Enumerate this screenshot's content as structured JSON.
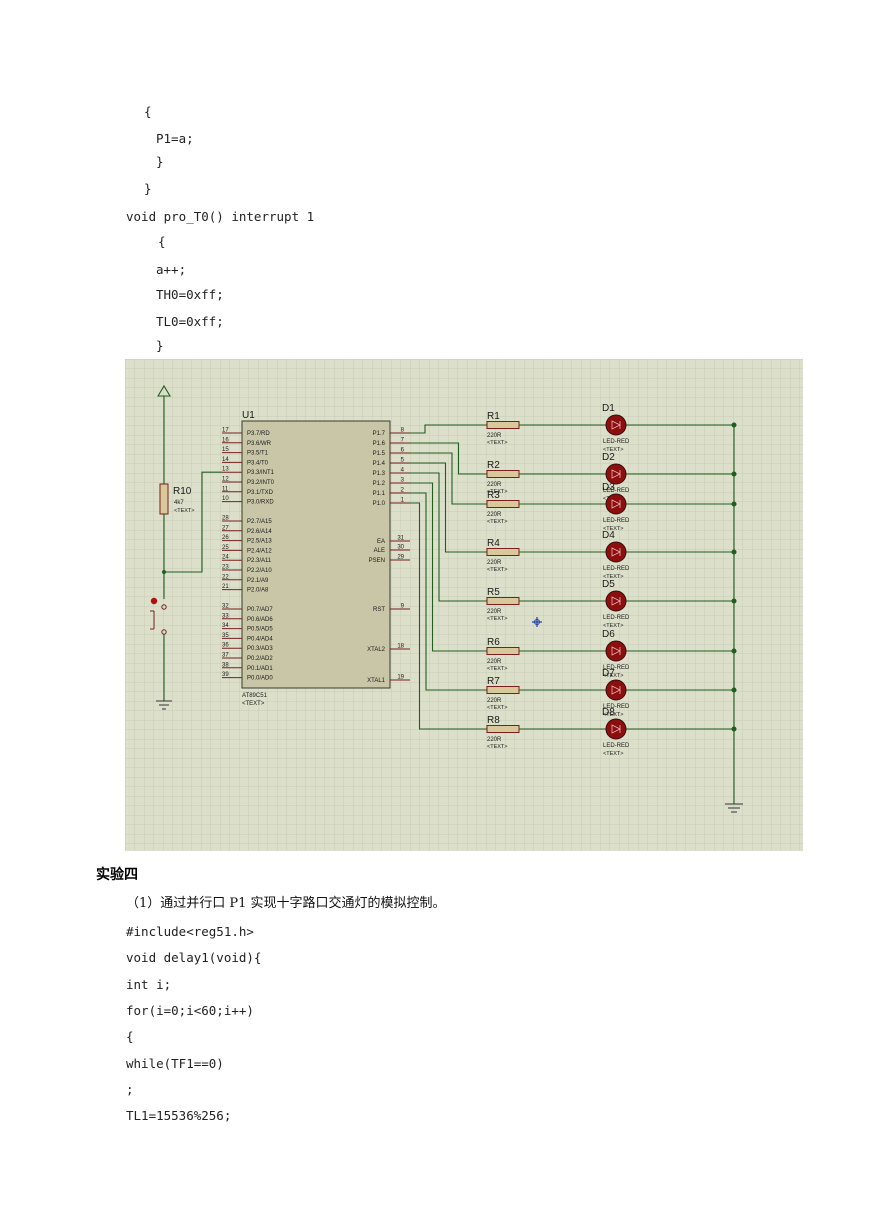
{
  "code_top": [
    {
      "text": "{",
      "indent": 1
    },
    {
      "text": "P1=a;",
      "indent": 2
    },
    {
      "text": "}",
      "indent": 2
    },
    {
      "text": "}",
      "indent": 1
    },
    {
      "text": "void pro_T0() interrupt 1",
      "indent": 0
    },
    {
      "text": "{",
      "indent": 3
    },
    {
      "text": "a++;",
      "indent": 2
    },
    {
      "text": "TH0=0xff;",
      "indent": 2
    },
    {
      "text": "TL0=0xff;",
      "indent": 2
    },
    {
      "text": "}",
      "indent": 2
    }
  ],
  "schematic": {
    "chip_ref": "U1",
    "chip_part": "AT89C51",
    "chip_text": "<TEXT>",
    "left_pins": [
      {
        "num": "17",
        "name": "P3.7/RD"
      },
      {
        "num": "16",
        "name": "P3.6/WR"
      },
      {
        "num": "15",
        "name": "P3.5/T1"
      },
      {
        "num": "14",
        "name": "P3.4/T0"
      },
      {
        "num": "13",
        "name": "P3.3/INT1"
      },
      {
        "num": "12",
        "name": "P3.2/INT0"
      },
      {
        "num": "11",
        "name": "P3.1/TXD"
      },
      {
        "num": "10",
        "name": "P3.0/RXD"
      },
      {
        "num": "28",
        "name": "P2.7/A15"
      },
      {
        "num": "27",
        "name": "P2.6/A14"
      },
      {
        "num": "26",
        "name": "P2.5/A13"
      },
      {
        "num": "25",
        "name": "P2.4/A12"
      },
      {
        "num": "24",
        "name": "P2.3/A11"
      },
      {
        "num": "23",
        "name": "P2.2/A10"
      },
      {
        "num": "22",
        "name": "P2.1/A9"
      },
      {
        "num": "21",
        "name": "P2.0/A8"
      },
      {
        "num": "32",
        "name": "P0.7/AD7"
      },
      {
        "num": "33",
        "name": "P0.6/AD6"
      },
      {
        "num": "34",
        "name": "P0.5/AD5"
      },
      {
        "num": "35",
        "name": "P0.4/AD4"
      },
      {
        "num": "36",
        "name": "P0.3/AD3"
      },
      {
        "num": "37",
        "name": "P0.2/AD2"
      },
      {
        "num": "38",
        "name": "P0.1/AD1"
      },
      {
        "num": "39",
        "name": "P0.0/AD0"
      }
    ],
    "right_pins": [
      {
        "num": "8",
        "name": "P1.7"
      },
      {
        "num": "7",
        "name": "P1.6"
      },
      {
        "num": "6",
        "name": "P1.5"
      },
      {
        "num": "5",
        "name": "P1.4"
      },
      {
        "num": "4",
        "name": "P1.3"
      },
      {
        "num": "3",
        "name": "P1.2"
      },
      {
        "num": "2",
        "name": "P1.1"
      },
      {
        "num": "1",
        "name": "P1.0"
      },
      {
        "num": "31",
        "name": "EA"
      },
      {
        "num": "30",
        "name": "ALE"
      },
      {
        "num": "29",
        "name": "PSEN"
      },
      {
        "num": "9",
        "name": "RST"
      },
      {
        "num": "18",
        "name": "XTAL2"
      },
      {
        "num": "19",
        "name": "XTAL1"
      }
    ],
    "r10": {
      "ref": "R10",
      "value": "4k7",
      "text": "<TEXT>"
    },
    "resistors": [
      {
        "ref": "R1",
        "value": "220R",
        "text": "<TEXT>"
      },
      {
        "ref": "R2",
        "value": "220R",
        "text": "<TEXT>"
      },
      {
        "ref": "R3",
        "value": "220R",
        "text": "<TEXT>"
      },
      {
        "ref": "R4",
        "value": "220R",
        "text": "<TEXT>"
      },
      {
        "ref": "R5",
        "value": "220R",
        "text": "<TEXT>"
      },
      {
        "ref": "R6",
        "value": "220R",
        "text": "<TEXT>"
      },
      {
        "ref": "R7",
        "value": "220R",
        "text": "<TEXT>"
      },
      {
        "ref": "R8",
        "value": "220R",
        "text": "<TEXT>"
      }
    ],
    "leds": [
      {
        "ref": "D1",
        "value": "LED-RED",
        "text": "<TEXT>"
      },
      {
        "ref": "D2",
        "value": "LED-RED",
        "text": "<TEXT>"
      },
      {
        "ref": "D3",
        "value": "LED-RED",
        "text": "<TEXT>"
      },
      {
        "ref": "D4",
        "value": "LED-RED",
        "text": "<TEXT>"
      },
      {
        "ref": "D5",
        "value": "LED-RED",
        "text": "<TEXT>"
      },
      {
        "ref": "D6",
        "value": "LED-RED",
        "text": "<TEXT>"
      },
      {
        "ref": "D7",
        "value": "LED-RED",
        "text": "<TEXT>"
      },
      {
        "ref": "D8",
        "value": "LED-RED",
        "text": "<TEXT>"
      }
    ],
    "colors": {
      "grid_bg": "#d9dcc7",
      "grid_line": "#c3c7ae",
      "chip_fill": "#c8c6a7",
      "wire": "#1f5f1f",
      "pin": "#7a1e1e",
      "led": "#8b0f0f"
    }
  },
  "section_heading": "实验四",
  "task_text": "（1）通过并行口 P1 实现十字路口交通灯的模拟控制。",
  "code_bottom": [
    "#include<reg51.h>",
    "void delay1(void){",
    "int i;",
    "for(i=0;i<60;i++)",
    "{",
    "while(TF1==0)",
    ";",
    "TL1=15536%256;"
  ]
}
